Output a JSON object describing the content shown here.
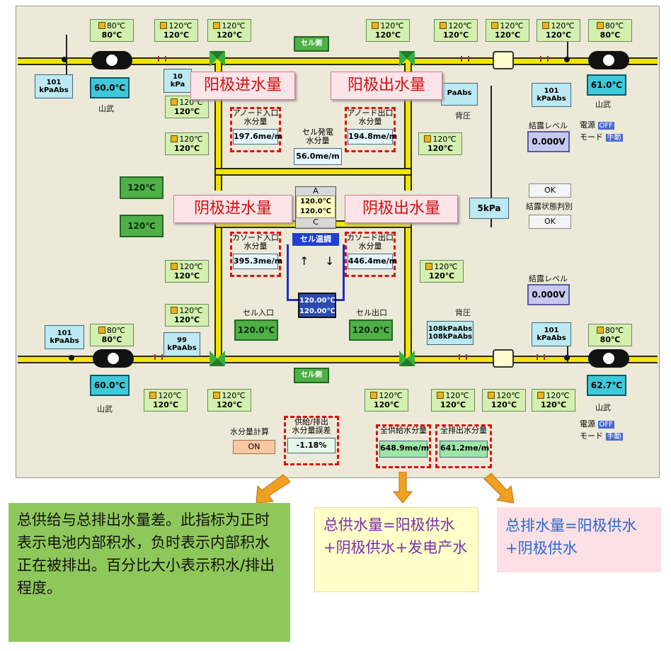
{
  "top_temps": [
    {
      "l1": "80℃",
      "l2": "80℃"
    },
    {
      "l1": "120℃",
      "l2": "120℃"
    },
    {
      "l1": "120℃",
      "l2": "120℃"
    },
    {
      "l1": "120℃",
      "l2": "120℃"
    },
    {
      "l1": "120℃",
      "l2": "120℃"
    },
    {
      "l1": "120℃",
      "l2": "120℃"
    },
    {
      "l1": "120℃",
      "l2": "120℃"
    },
    {
      "l1": "80℃",
      "l2": "80℃"
    }
  ],
  "left_temps": [
    {
      "l1": "120℃",
      "l2": "120℃"
    },
    {
      "l1": "120℃",
      "l2": "120℃"
    },
    {
      "l1": "120℃",
      "l2": "120℃"
    },
    {
      "l1": "120℃",
      "l2": "120℃"
    }
  ],
  "right_temps": [
    {
      "l1": "120℃",
      "l2": "120℃"
    },
    {
      "l1": "120℃",
      "l2": "120℃"
    }
  ],
  "bottom_temps": [
    {
      "l1": "80℃",
      "l2": "80℃"
    },
    {
      "l1": "120℃",
      "l2": "120℃"
    },
    {
      "l1": "120℃",
      "l2": "120℃"
    },
    {
      "l1": "120℃",
      "l2": "120℃"
    },
    {
      "l1": "120℃",
      "l2": "120℃"
    },
    {
      "l1": "120℃",
      "l2": "120℃"
    },
    {
      "l1": "120℃",
      "l2": "120℃"
    },
    {
      "l1": "80℃",
      "l2": "80℃"
    }
  ],
  "cell_side_label": "セル側",
  "press_top_left": {
    "l1": "101",
    "l2": "kPaAbs"
  },
  "press_top_right": {
    "l1": "101",
    "l2": "kPaAbs"
  },
  "press_bot_left": {
    "l1": "101",
    "l2": "kPaAbs"
  },
  "press_bot_right": {
    "l1": "101",
    "l2": "kPaAbs"
  },
  "press_mid_left_top": {
    "l1": "10",
    "l2": "kPa"
  },
  "press_mid_left_bot": {
    "l1": "99",
    "l2": "kPaAbs"
  },
  "press_anode_back": "PaAbs",
  "press_cathode_back": {
    "l1": "108kPaAbs",
    "l2": "108kPaAbs"
  },
  "back_pressure": "背圧",
  "tank_temp_tl": "60.0℃",
  "tank_temp_tr": "61.0℃",
  "tank_temp_bl": "60.0℃",
  "tank_temp_br": "62.7℃",
  "yamatake": "山武",
  "anode_in": {
    "label1": "アノード入口",
    "label2": "水分量",
    "value": "197.6me/m"
  },
  "anode_out": {
    "label1": "アノード出口",
    "label2": "水分量",
    "value": "194.8me/m"
  },
  "cathode_in": {
    "label1": "カソード入口",
    "label2": "水分量",
    "value": "395.3me/m"
  },
  "cathode_out": {
    "label1": "カソード出口",
    "label2": "水分量",
    "value": "446.4me/m"
  },
  "gen_water": {
    "label1": "セル発電",
    "label2": "水分量",
    "value": "56.0me/m"
  },
  "callouts": {
    "anode_in": "阳极进水量",
    "anode_out": "阳极出水量",
    "cathode_in": "阴极进水量",
    "cathode_out": "阴极出水量"
  },
  "cell_a": "A",
  "cell_c": "C",
  "cell_temp": {
    "l1": "120.0℃",
    "l2": "120.0℃"
  },
  "cell_temp_ctrl": "セル温調",
  "cell_bot_temp": {
    "l1": "120.00℃",
    "l2": "120.00℃"
  },
  "green_left_1": "120℃",
  "green_left_2": "120℃",
  "cell_inlet_label": "セル入口",
  "cell_inlet_value": "120.0℃",
  "cell_outlet_label": "セル出口",
  "cell_outlet_value": "120.0℃",
  "dp_value": "5kPa",
  "dew_level_label": "結露レベル",
  "dew_level_1": "0.000V",
  "dew_level_2": "0.000V",
  "dew_state": {
    "ok1": "OK",
    "label": "結露状態判別",
    "ok2": "OK"
  },
  "power_mode_top": {
    "power": "電源",
    "power_val": "OFF",
    "mode": "モード",
    "mode_val": "手動"
  },
  "power_mode_bot": {
    "power": "電源",
    "power_val": "OFF",
    "mode": "モード",
    "mode_val": "手動"
  },
  "water_calc": {
    "label": "水分量計算",
    "value": "ON"
  },
  "diff": {
    "label1": "供給/排出",
    "label2": "水分量誤差",
    "value": "-1.18%"
  },
  "total_supply": {
    "label": "全供給水分量",
    "value": "648.9me/m"
  },
  "total_drain": {
    "label": "全排出水分量",
    "value": "641.2me/m"
  },
  "notes": {
    "green": "总供给与总排出水量差。此指标为正时表示电池内部积水，负时表示内部积水正在被排出。百分比大小表示积水/排出程度。",
    "yellow": "总供水量=阳极供水+阴极供水+发电产水",
    "pink": "总排水量=阳极供水+阴极供水"
  },
  "colors": {
    "pipe": "#f2e600",
    "callout_text": "#d01010",
    "green_note": "#8fc85a",
    "yellow_note": "#ffffc8",
    "pink_note": "#fde0e6",
    "arrow": "#f0a020"
  }
}
